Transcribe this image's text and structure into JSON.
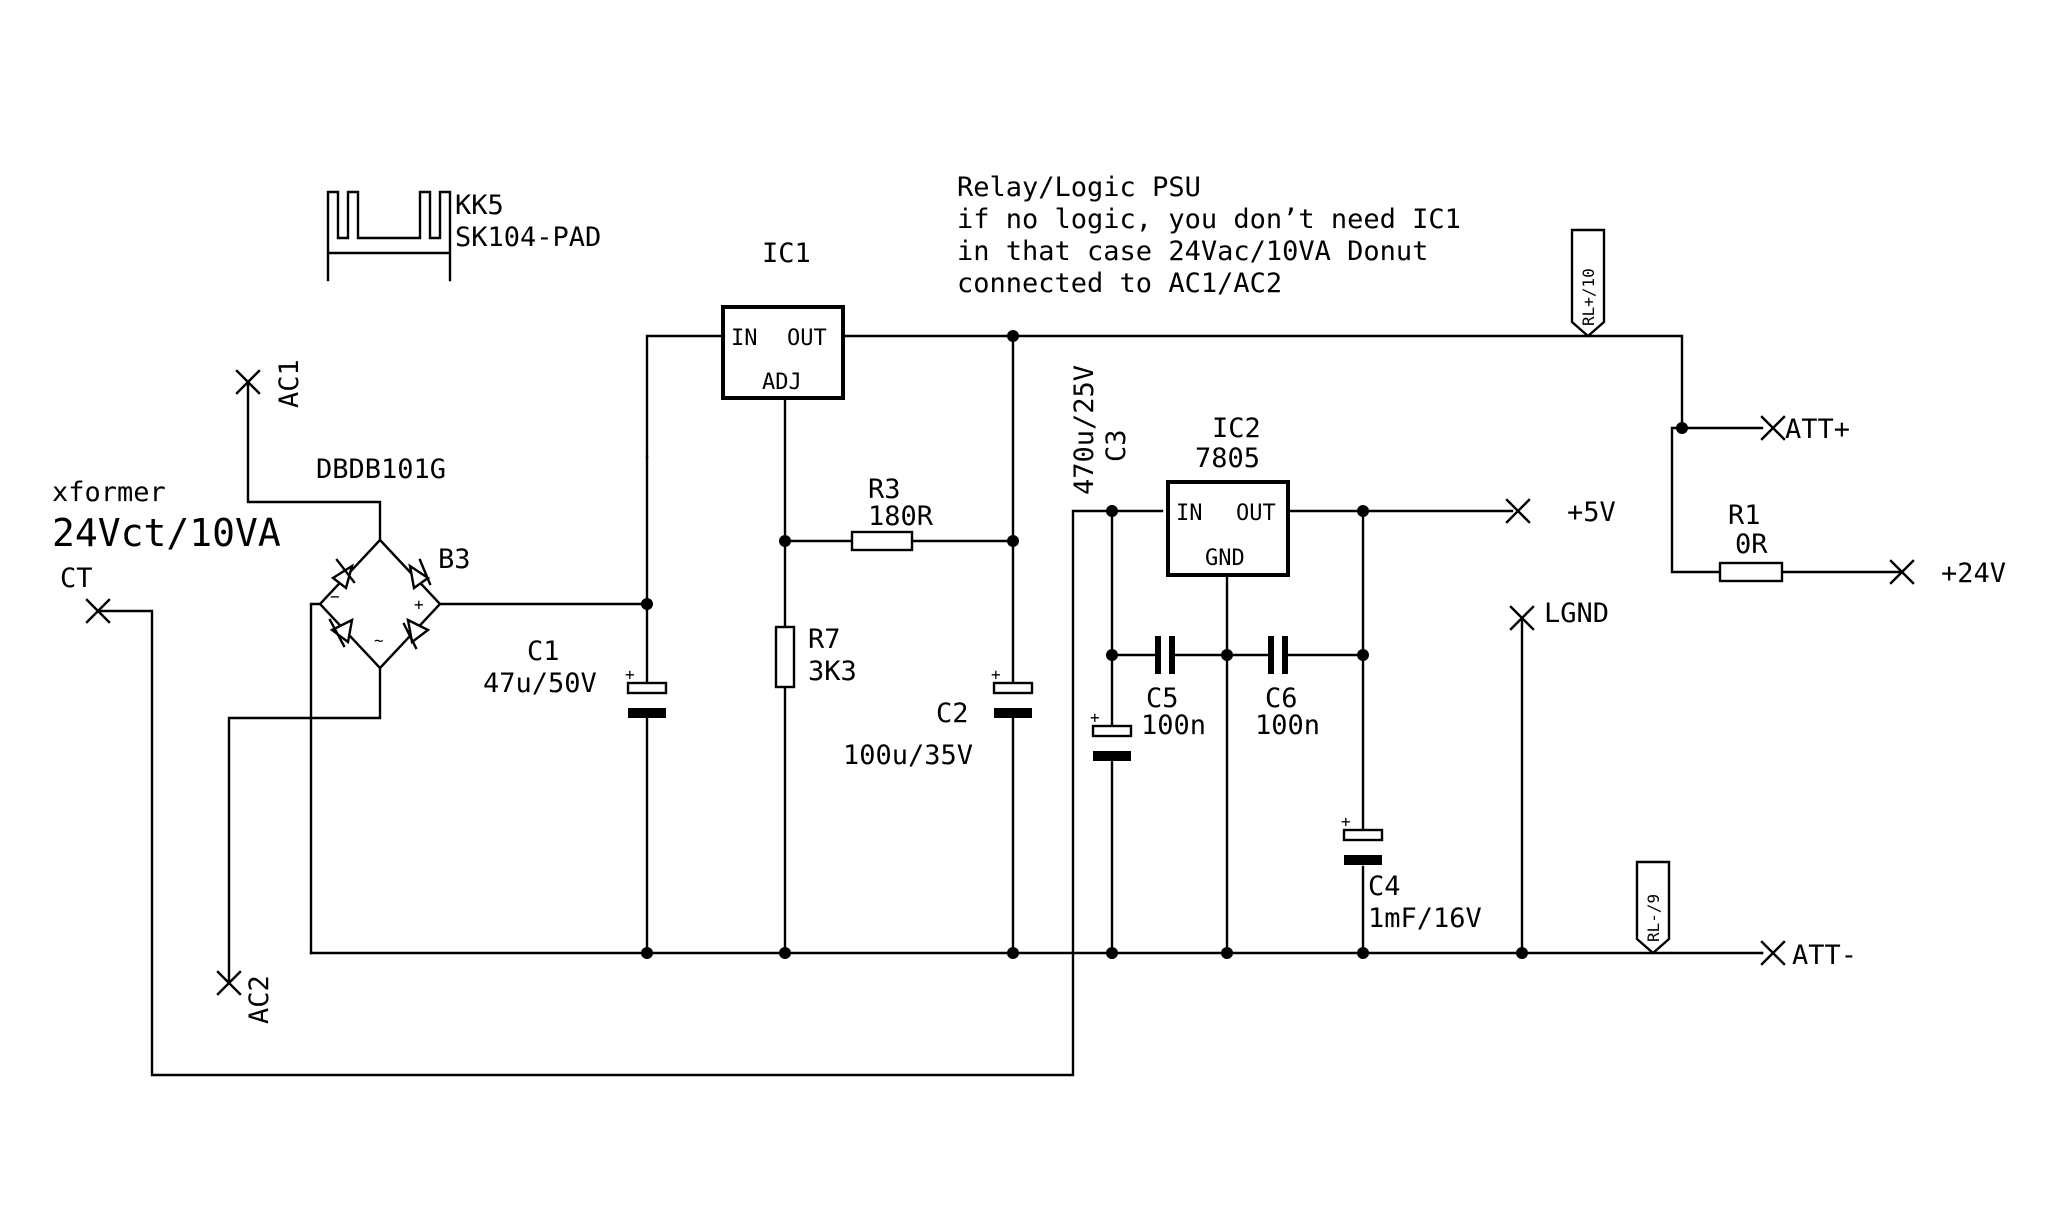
{
  "notes": {
    "line1": "Relay/Logic PSU",
    "line2": "if no logic, you don’t need IC1",
    "line3": "in that case 24Vac/10VA Donut",
    "line4": "connected to AC1/AC2"
  },
  "heatsink": {
    "name": "KK5",
    "part": "SK104-PAD"
  },
  "transformer": {
    "label": "xformer",
    "rating": "24Vct/10VA"
  },
  "bridge": {
    "part": "DBDB101G",
    "name": "B3",
    "plus": "+",
    "minus": "−",
    "ac": "~"
  },
  "terminals": {
    "ac1": "AC1",
    "ac2": "AC2",
    "ct": "CT",
    "att_plus": "ATT+",
    "plus24": "+24V",
    "plus5": "+5V",
    "lgnd": "LGND",
    "att_minus": "ATT-"
  },
  "ic1": {
    "name": "IC1",
    "in": "IN",
    "out": "OUT",
    "adj": "ADJ"
  },
  "ic2": {
    "name": "IC2",
    "part": "7805",
    "in": "IN",
    "out": "OUT",
    "gnd": "GND"
  },
  "resistors": {
    "r1": {
      "name": "R1",
      "value": "0R"
    },
    "r3": {
      "name": "R3",
      "value": "180R"
    },
    "r7": {
      "name": "R7",
      "value": "3K3"
    }
  },
  "capacitors": {
    "c1": {
      "name": "C1",
      "value": "47u/50V"
    },
    "c2": {
      "name": "C2",
      "value": "100u/35V"
    },
    "c3": {
      "name": "C3",
      "value": "470u/25V"
    },
    "c4": {
      "name": "C4",
      "value": "1mF/16V"
    },
    "c5": {
      "name": "C5",
      "value": "100n"
    },
    "c6": {
      "name": "C6",
      "value": "100n"
    }
  },
  "flags": {
    "rl_plus": "RL+/10",
    "rl_minus": "RL-/9"
  },
  "polarity": "+"
}
